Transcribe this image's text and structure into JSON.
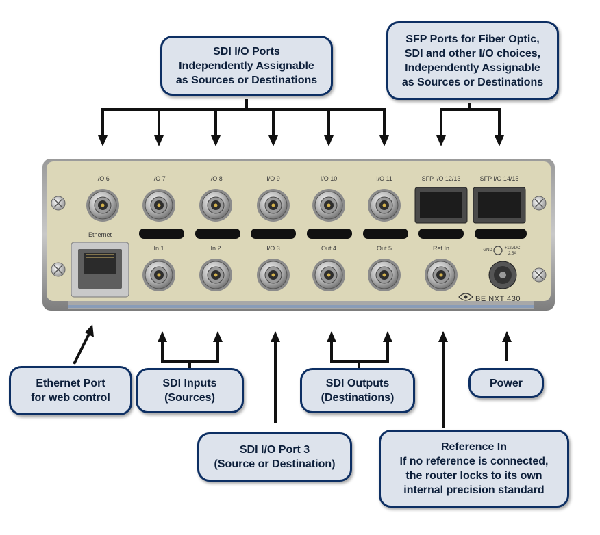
{
  "callouts": {
    "sdi_io": [
      "SDI I/O Ports",
      "Independently Assignable",
      "as Sources or Destinations"
    ],
    "sfp": [
      "SFP Ports for Fiber Optic,",
      "SDI and other I/O choices,",
      "Independently Assignable",
      "as Sources or Destinations"
    ],
    "ethernet": [
      "Ethernet Port",
      "for web control"
    ],
    "sdi_inputs": [
      "SDI Inputs",
      "(Sources)"
    ],
    "sdi_outputs": [
      "SDI Outputs",
      "(Destinations)"
    ],
    "power": [
      "Power"
    ],
    "io_port3": [
      "SDI I/O Port 3",
      "(Source or Destination)"
    ],
    "reference": [
      "Reference In",
      "If no reference is connected,",
      "the router locks to its own",
      "internal precision standard"
    ]
  },
  "panel": {
    "top_labels": [
      "I/O 6",
      "I/O 7",
      "I/O 8",
      "I/O 9",
      "I/O 10",
      "I/O 11"
    ],
    "sfp_labels": [
      "SFP I/O 12/13",
      "SFP I/O 14/15"
    ],
    "bottom_labels": [
      "In 1",
      "In 2",
      "I/O 3",
      "Out 4",
      "Out 5",
      "Ref In"
    ],
    "ethernet_label": "Ethernet",
    "power_label_gnd": "GND",
    "power_label_v": "+12VDC",
    "power_label_a": "2.5A",
    "brand": "BE NXT 430"
  },
  "colors": {
    "callout_border": "#0d2f63",
    "callout_fill": "#dde3ec",
    "panel": "#dcd7b8",
    "arrow": "#111111"
  }
}
